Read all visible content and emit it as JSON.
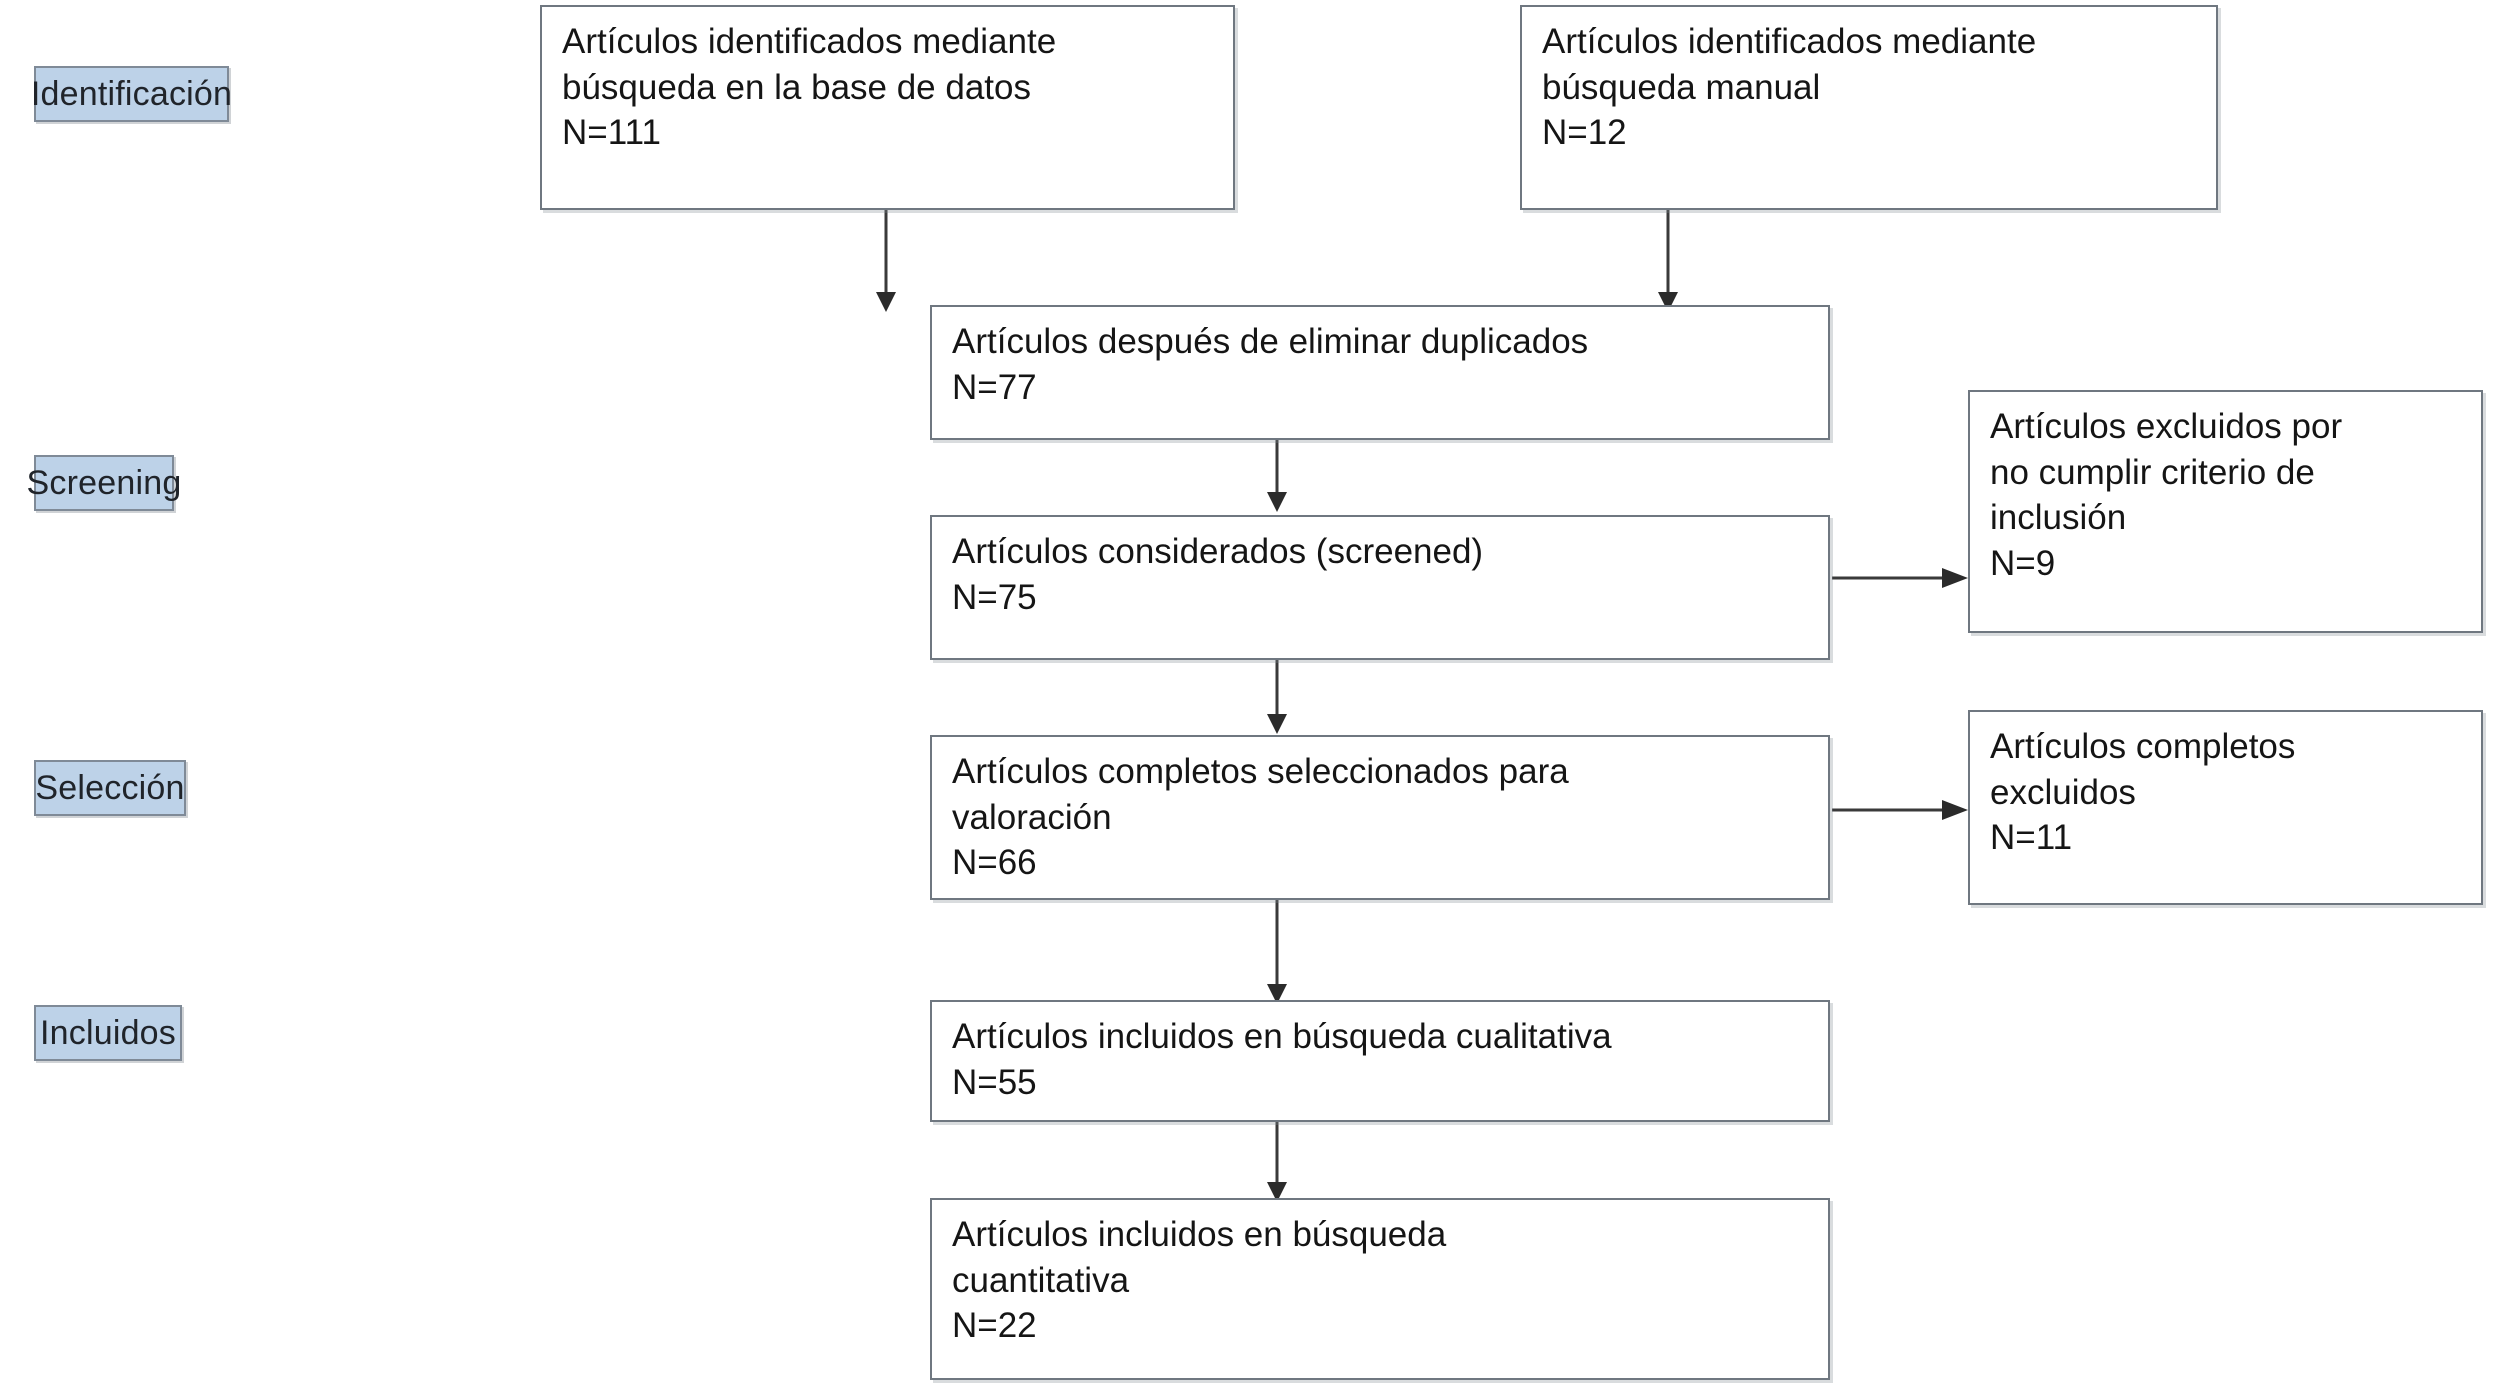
{
  "diagram": {
    "title": "PRISMA flow diagram",
    "accent_color": "#bdd2e8",
    "box_border_color": "#6f7780",
    "arrow_color": "#2b2b2b"
  },
  "stages": [
    {
      "label": "Identificación"
    },
    {
      "label": "Screening"
    },
    {
      "label": "Selección"
    },
    {
      "label": "Incluidos"
    }
  ],
  "boxes": {
    "db_search": {
      "text": "Artículos identificados mediante\nbúsqueda en la base de datos",
      "count": "N=111"
    },
    "manual_search": {
      "text": "Artículos identificados mediante\n búsqueda manual",
      "count": "N=12"
    },
    "duplicates_removed": {
      "text": "Artículos después de eliminar duplicados",
      "count": "N=77"
    },
    "screened": {
      "text": "Artículos considerados (screened)",
      "count": "N=75"
    },
    "excluded_criteria": {
      "text": "Artículos excluidos por\nno cumplir criterio de\ninclusión",
      "count": "N=9"
    },
    "full_text_assessed": {
      "text": "Artículos completos seleccionados para\nvaloración",
      "count": "N=66"
    },
    "full_text_excluded": {
      "text": "Artículos completos\nexcluidos",
      "count": "N=11"
    },
    "qualitative": {
      "text": "Artículos incluidos en búsqueda cualitativa",
      "count": "N=55"
    },
    "quantitative": {
      "text": "Artículos incluidos en búsqueda\ncuantitativa",
      "count": "N=22"
    }
  },
  "chart_data": {
    "type": "diagram",
    "title": "PRISMA flow diagram",
    "nodes": [
      {
        "id": "db_search",
        "stage": "Identificación",
        "label": "Artículos identificados mediante búsqueda en la base de datos",
        "n": 111
      },
      {
        "id": "manual_search",
        "stage": "Identificación",
        "label": "Artículos identificados mediante búsqueda manual",
        "n": 12
      },
      {
        "id": "duplicates_removed",
        "stage": "Screening",
        "label": "Artículos después de eliminar duplicados",
        "n": 77
      },
      {
        "id": "screened",
        "stage": "Screening",
        "label": "Artículos considerados (screened)",
        "n": 75
      },
      {
        "id": "excluded_criteria",
        "stage": "Screening",
        "label": "Artículos excluidos por no cumplir criterio de inclusión",
        "n": 9
      },
      {
        "id": "full_text_assessed",
        "stage": "Selección",
        "label": "Artículos completos seleccionados para valoración",
        "n": 66
      },
      {
        "id": "full_text_excluded",
        "stage": "Selección",
        "label": "Artículos completos excluidos",
        "n": 11
      },
      {
        "id": "qualitative",
        "stage": "Incluidos",
        "label": "Artículos incluidos en búsqueda cualitativa",
        "n": 55
      },
      {
        "id": "quantitative",
        "stage": "Incluidos",
        "label": "Artículos incluidos en búsqueda cuantitativa",
        "n": 22
      }
    ],
    "edges": [
      {
        "from": "db_search",
        "to": "duplicates_removed"
      },
      {
        "from": "manual_search",
        "to": "duplicates_removed"
      },
      {
        "from": "duplicates_removed",
        "to": "screened"
      },
      {
        "from": "screened",
        "to": "full_text_assessed"
      },
      {
        "from": "screened",
        "to": "excluded_criteria"
      },
      {
        "from": "full_text_assessed",
        "to": "qualitative"
      },
      {
        "from": "full_text_assessed",
        "to": "full_text_excluded"
      },
      {
        "from": "qualitative",
        "to": "quantitative"
      }
    ]
  }
}
